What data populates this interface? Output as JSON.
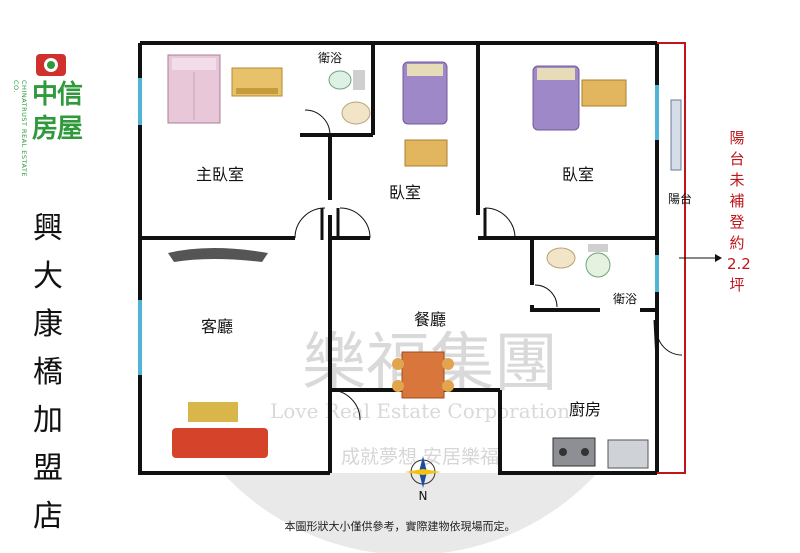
{
  "logo": {
    "brand_en": "CHINATRUST REAL ESTATE CO.",
    "brand_zh_line1": "中信",
    "brand_zh_line2": "房屋"
  },
  "store_name": "興大康橋加盟店",
  "rooms": {
    "master_bedroom": "主臥室",
    "bathroom_top": "衛浴",
    "bedroom_middle": "臥室",
    "bedroom_right": "臥室",
    "balcony": "陽台",
    "bathroom_right": "衛浴",
    "living_room": "客廳",
    "dining_room": "餐廳",
    "kitchen": "廚房"
  },
  "balcony_note": "陽台未補登約2.2坪",
  "compass_label": "N",
  "watermark": {
    "title": "樂福集團",
    "subtitle": "Love Real Estate Corporation",
    "slogan": "成就夢想 安居樂福"
  },
  "footer_note": "本圖形狀大小僅供參考，實際建物依現場而定。",
  "colors": {
    "wall": "#111111",
    "window": "#4fb4d6",
    "balcony_line": "#c0151b",
    "brand_green": "#2f9a3c",
    "brand_red": "#d0312d"
  }
}
